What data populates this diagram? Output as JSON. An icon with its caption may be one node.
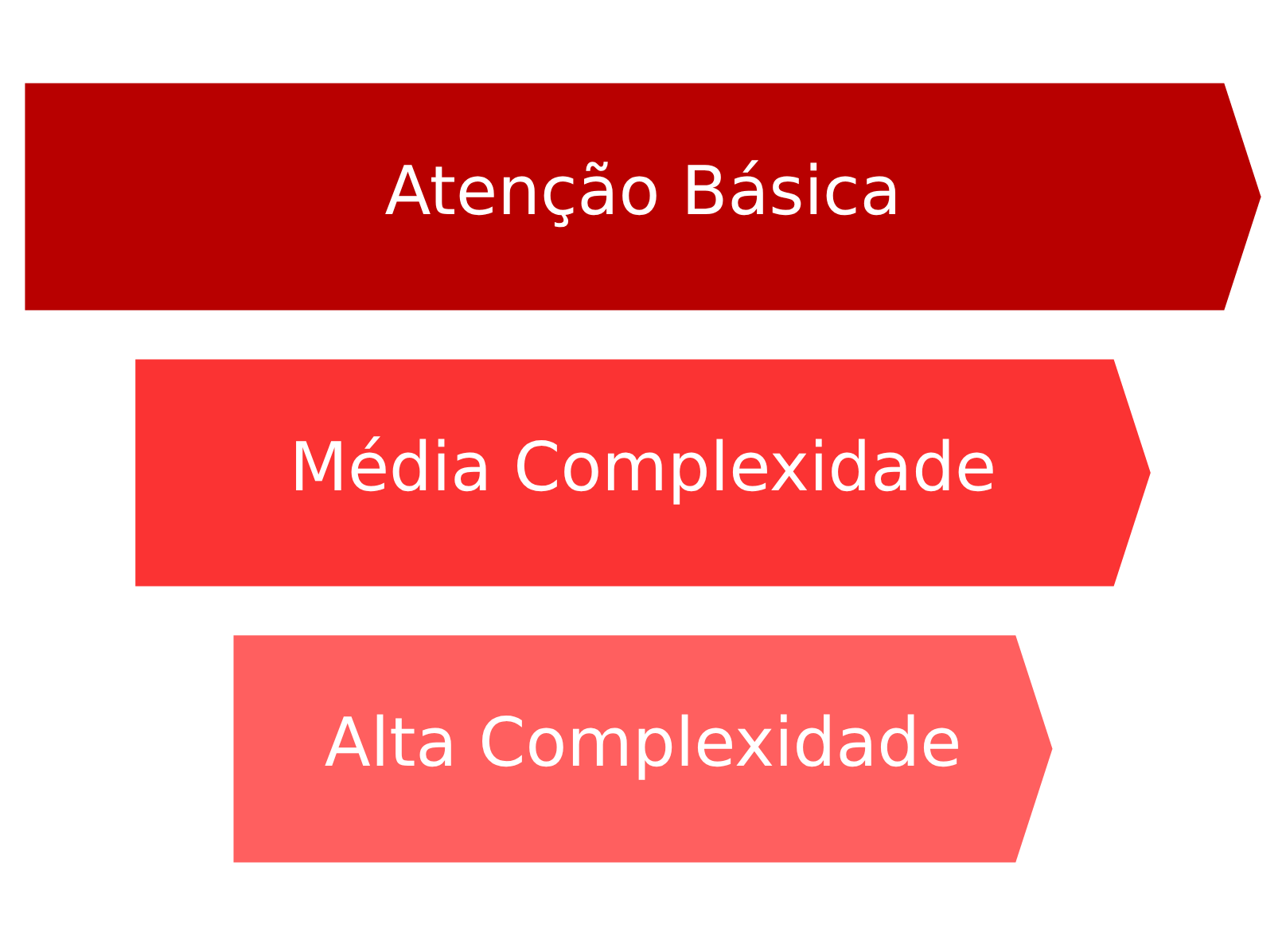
{
  "diagram": {
    "nodes": [
      {
        "text": [
          "Alta Complexidade"
        ]
      },
      {
        "text": [
          "Média Complexidade"
        ]
      },
      {
        "text": [
          "Atenção Básica"
        ]
      }
    ]
  }
}
